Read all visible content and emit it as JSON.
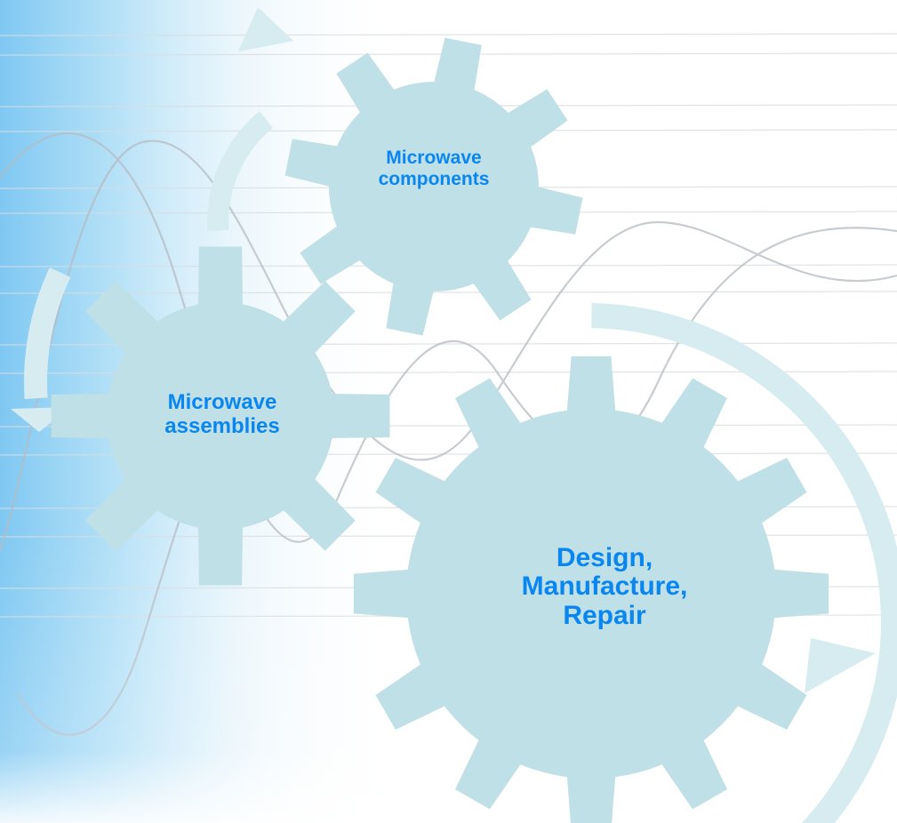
{
  "colors": {
    "gear_fill": "#bfe0e6",
    "arrow_fill": "#d6ecf0",
    "label_text": "#0a86f0",
    "background_accent": "#7fc8f2"
  },
  "gears": [
    {
      "id": "components",
      "label": "Microwave\ncomponents"
    },
    {
      "id": "assemblies",
      "label": "Microwave\nassemblies"
    },
    {
      "id": "design",
      "label": "Design,\nManufacture,\nRepair"
    }
  ],
  "arrows": [
    {
      "id": "upper-left-arrow",
      "direction": "up"
    },
    {
      "id": "left-arrow",
      "direction": "down"
    },
    {
      "id": "right-arrow",
      "direction": "down"
    }
  ]
}
